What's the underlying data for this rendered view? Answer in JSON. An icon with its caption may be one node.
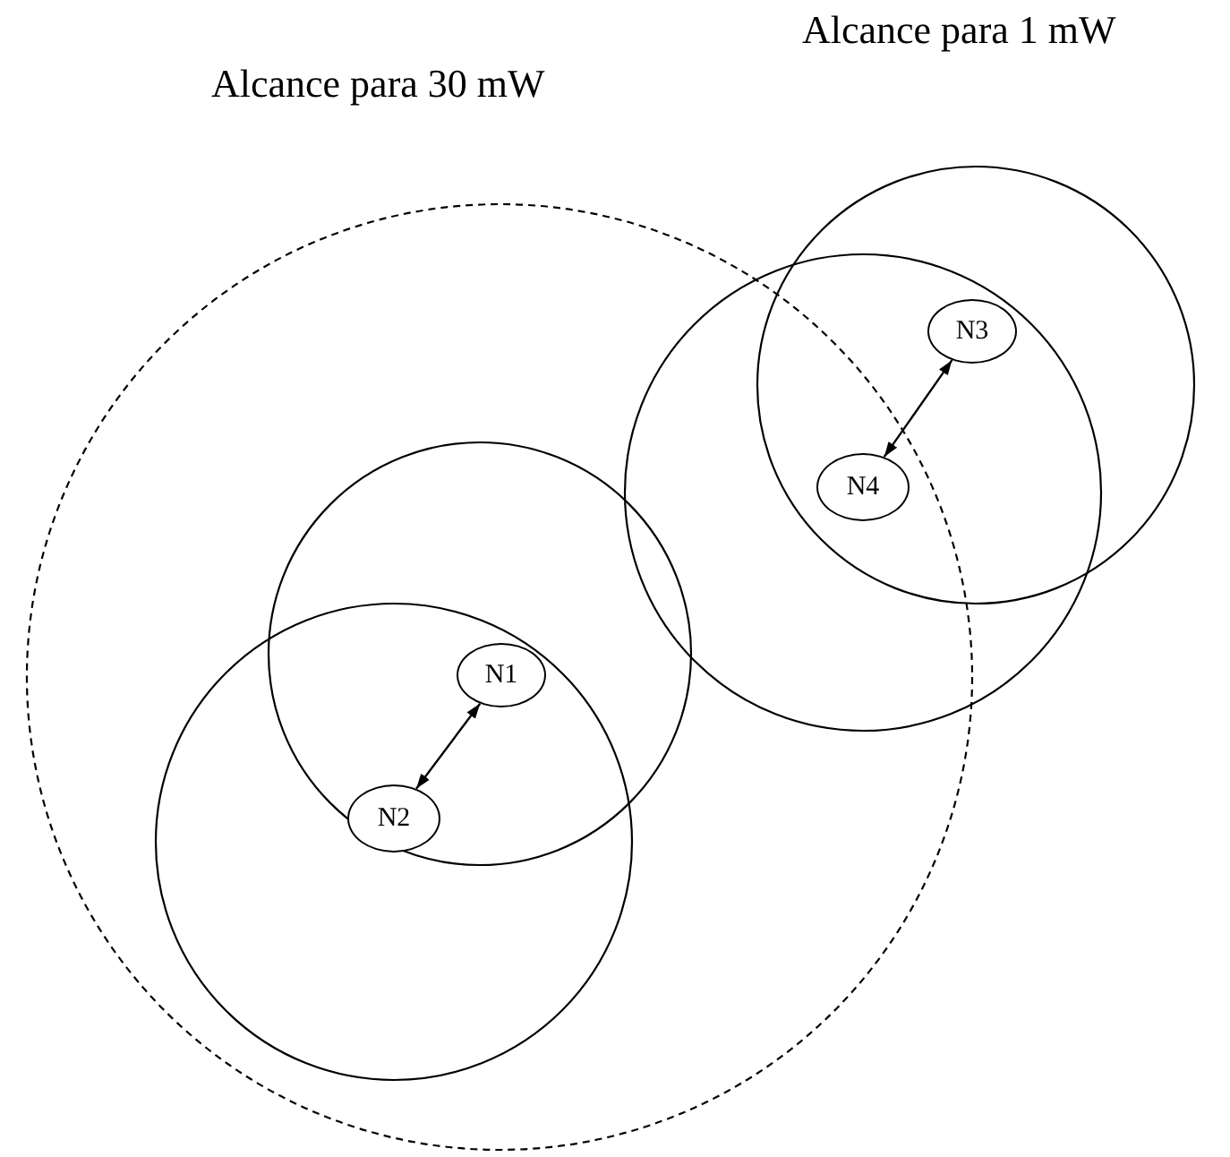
{
  "diagram": {
    "nodes": [
      {
        "text": [
          "N1"
        ]
      },
      {
        "text": [
          "N2"
        ]
      },
      {
        "text": [
          "N3"
        ]
      },
      {
        "text": [
          "N4"
        ]
      }
    ],
    "edges": [
      {
        "from": 0,
        "to": 1,
        "arrow": "both"
      },
      {
        "from": 2,
        "to": 3,
        "arrow": "both"
      }
    ],
    "labels": [
      "Alcance para 1 mW",
      "Alcance para 30 mW"
    ]
  }
}
